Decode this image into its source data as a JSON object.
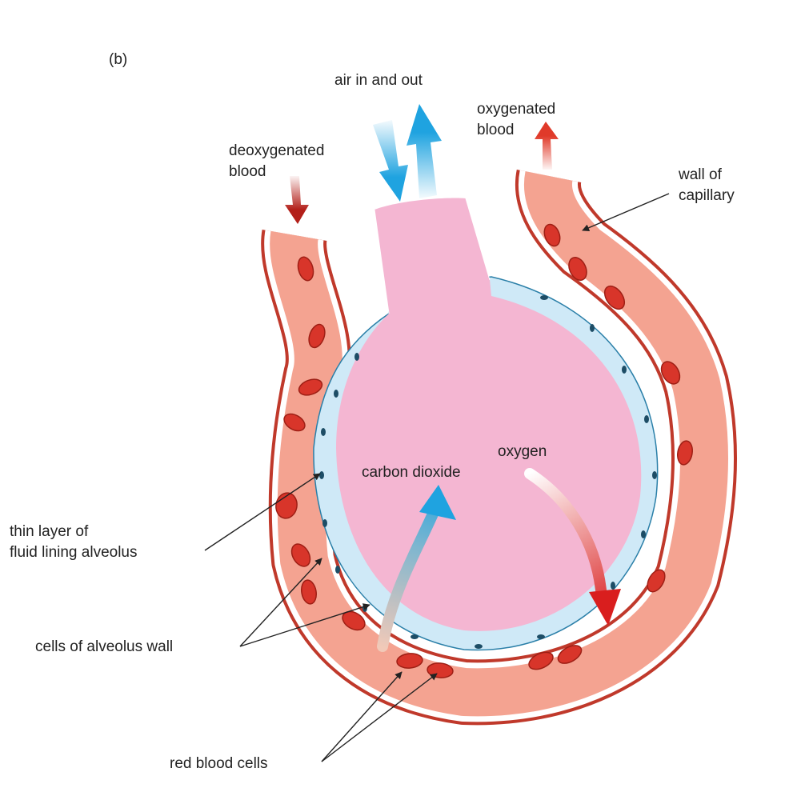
{
  "panel_label": "(b)",
  "labels": {
    "air": "air in and out",
    "oxygenated_blood": "oxygenated\nblood",
    "deoxygenated_blood": "deoxygenated\nblood",
    "wall_of_capillary": "wall of\ncapillary",
    "oxygen": "oxygen",
    "carbon_dioxide": "carbon dioxide",
    "fluid_layer": "thin layer of\nfluid lining alveolus",
    "alveolus_cells": "cells of alveolus wall",
    "red_blood_cells": "red blood cells"
  },
  "colors": {
    "alveolus_fill": "#f4b6d2",
    "fluid_lining": "#cfe9f7",
    "capillary_fill": "#f4a391",
    "capillary_wall": "#c0392b",
    "red_blood_cell": "#d8352a",
    "air_arrow": "#1fa3e0",
    "oxygen_arrow": "#d91e1e"
  }
}
